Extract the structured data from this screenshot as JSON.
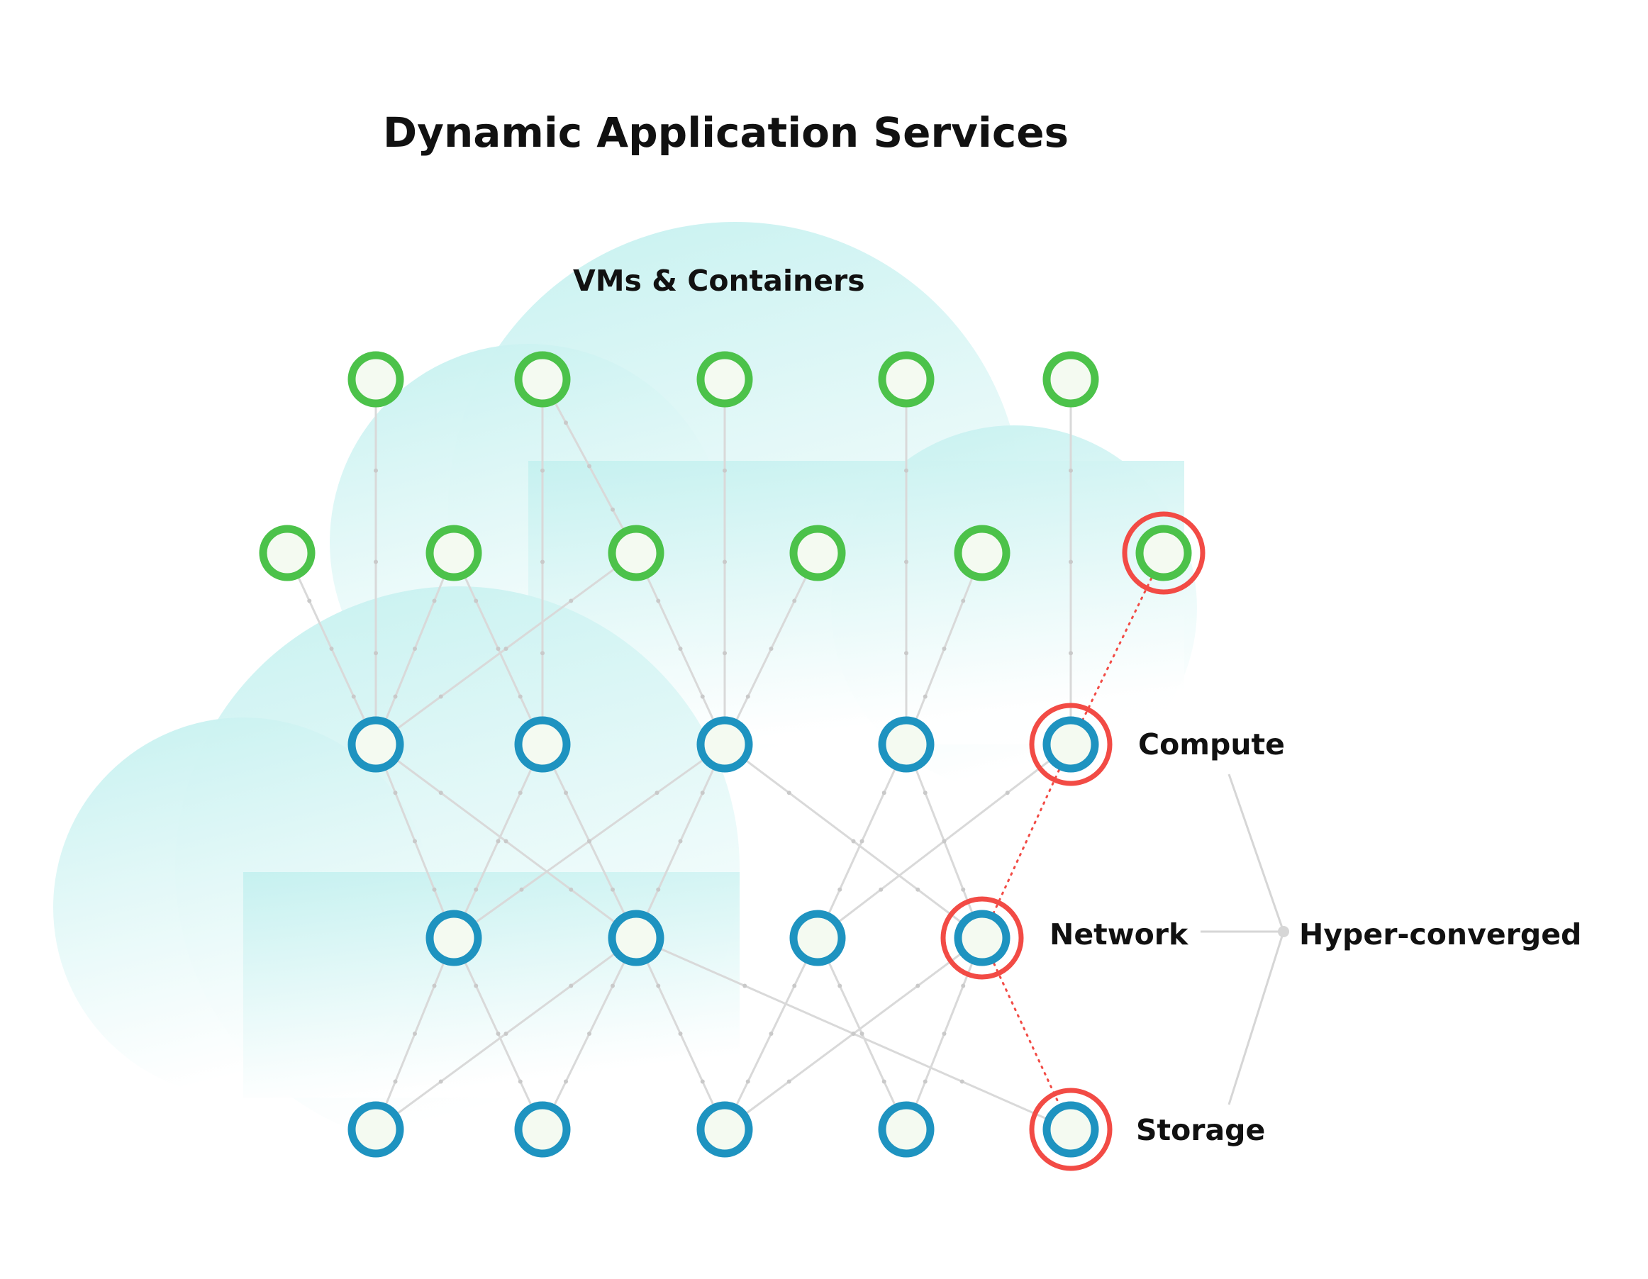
{
  "diagram": {
    "title": "Dynamic Application Services",
    "workload_layer_label": "VMs & Containers",
    "infrastructure_labels": {
      "compute": "Compute",
      "network": "Network",
      "storage": "Storage"
    },
    "grouping_label": "Hyper-converged",
    "colors": {
      "workload_node": "#4cc24a",
      "infrastructure_node": "#1e93c0",
      "highlight_ring": "#f24b45",
      "node_fill": "#f4faf1",
      "edge": "#d9d9d9",
      "cloud_tint": "#c6f1f0"
    },
    "node_counts": {
      "vms_row_1": 5,
      "vms_row_2": 6,
      "compute_row": 5,
      "network_row": 4,
      "storage_row": 5
    },
    "highlighted_path": [
      "vms_row_2.6",
      "compute_row.5",
      "network_row.4",
      "storage_row.5"
    ]
  }
}
